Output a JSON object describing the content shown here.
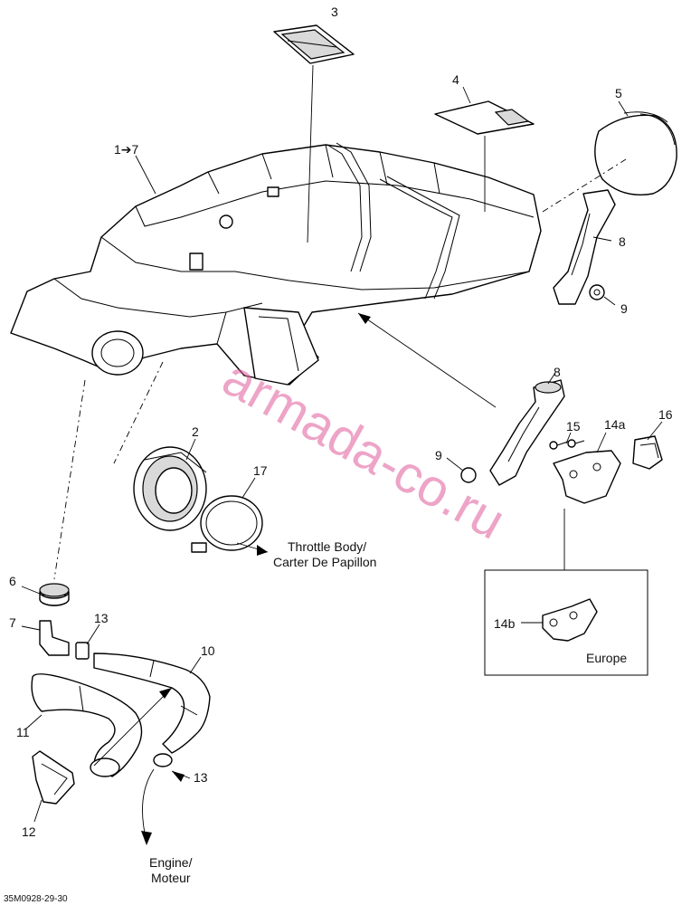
{
  "labels": {
    "p3": "3",
    "p4": "4",
    "p5": "5",
    "p1_7": "1➔7",
    "p8_top": "8",
    "p9_top": "9",
    "p8_mid": "8",
    "p9_mid": "9",
    "p15": "15",
    "p14a": "14a",
    "p16": "16",
    "p2": "2",
    "p17": "17",
    "p6": "6",
    "p7": "7",
    "p13_top": "13",
    "p10": "10",
    "p11": "11",
    "p13_bottom": "13",
    "p12": "12",
    "p14b": "14b"
  },
  "notes": {
    "throttle_line1": "Throttle Body/",
    "throttle_line2": "Carter De Papillon",
    "engine_line1": "Engine/",
    "engine_line2": "Moteur",
    "europe": "Europe"
  },
  "drawing_code": "35M0928-29-30",
  "watermark": "armada-co.ru"
}
